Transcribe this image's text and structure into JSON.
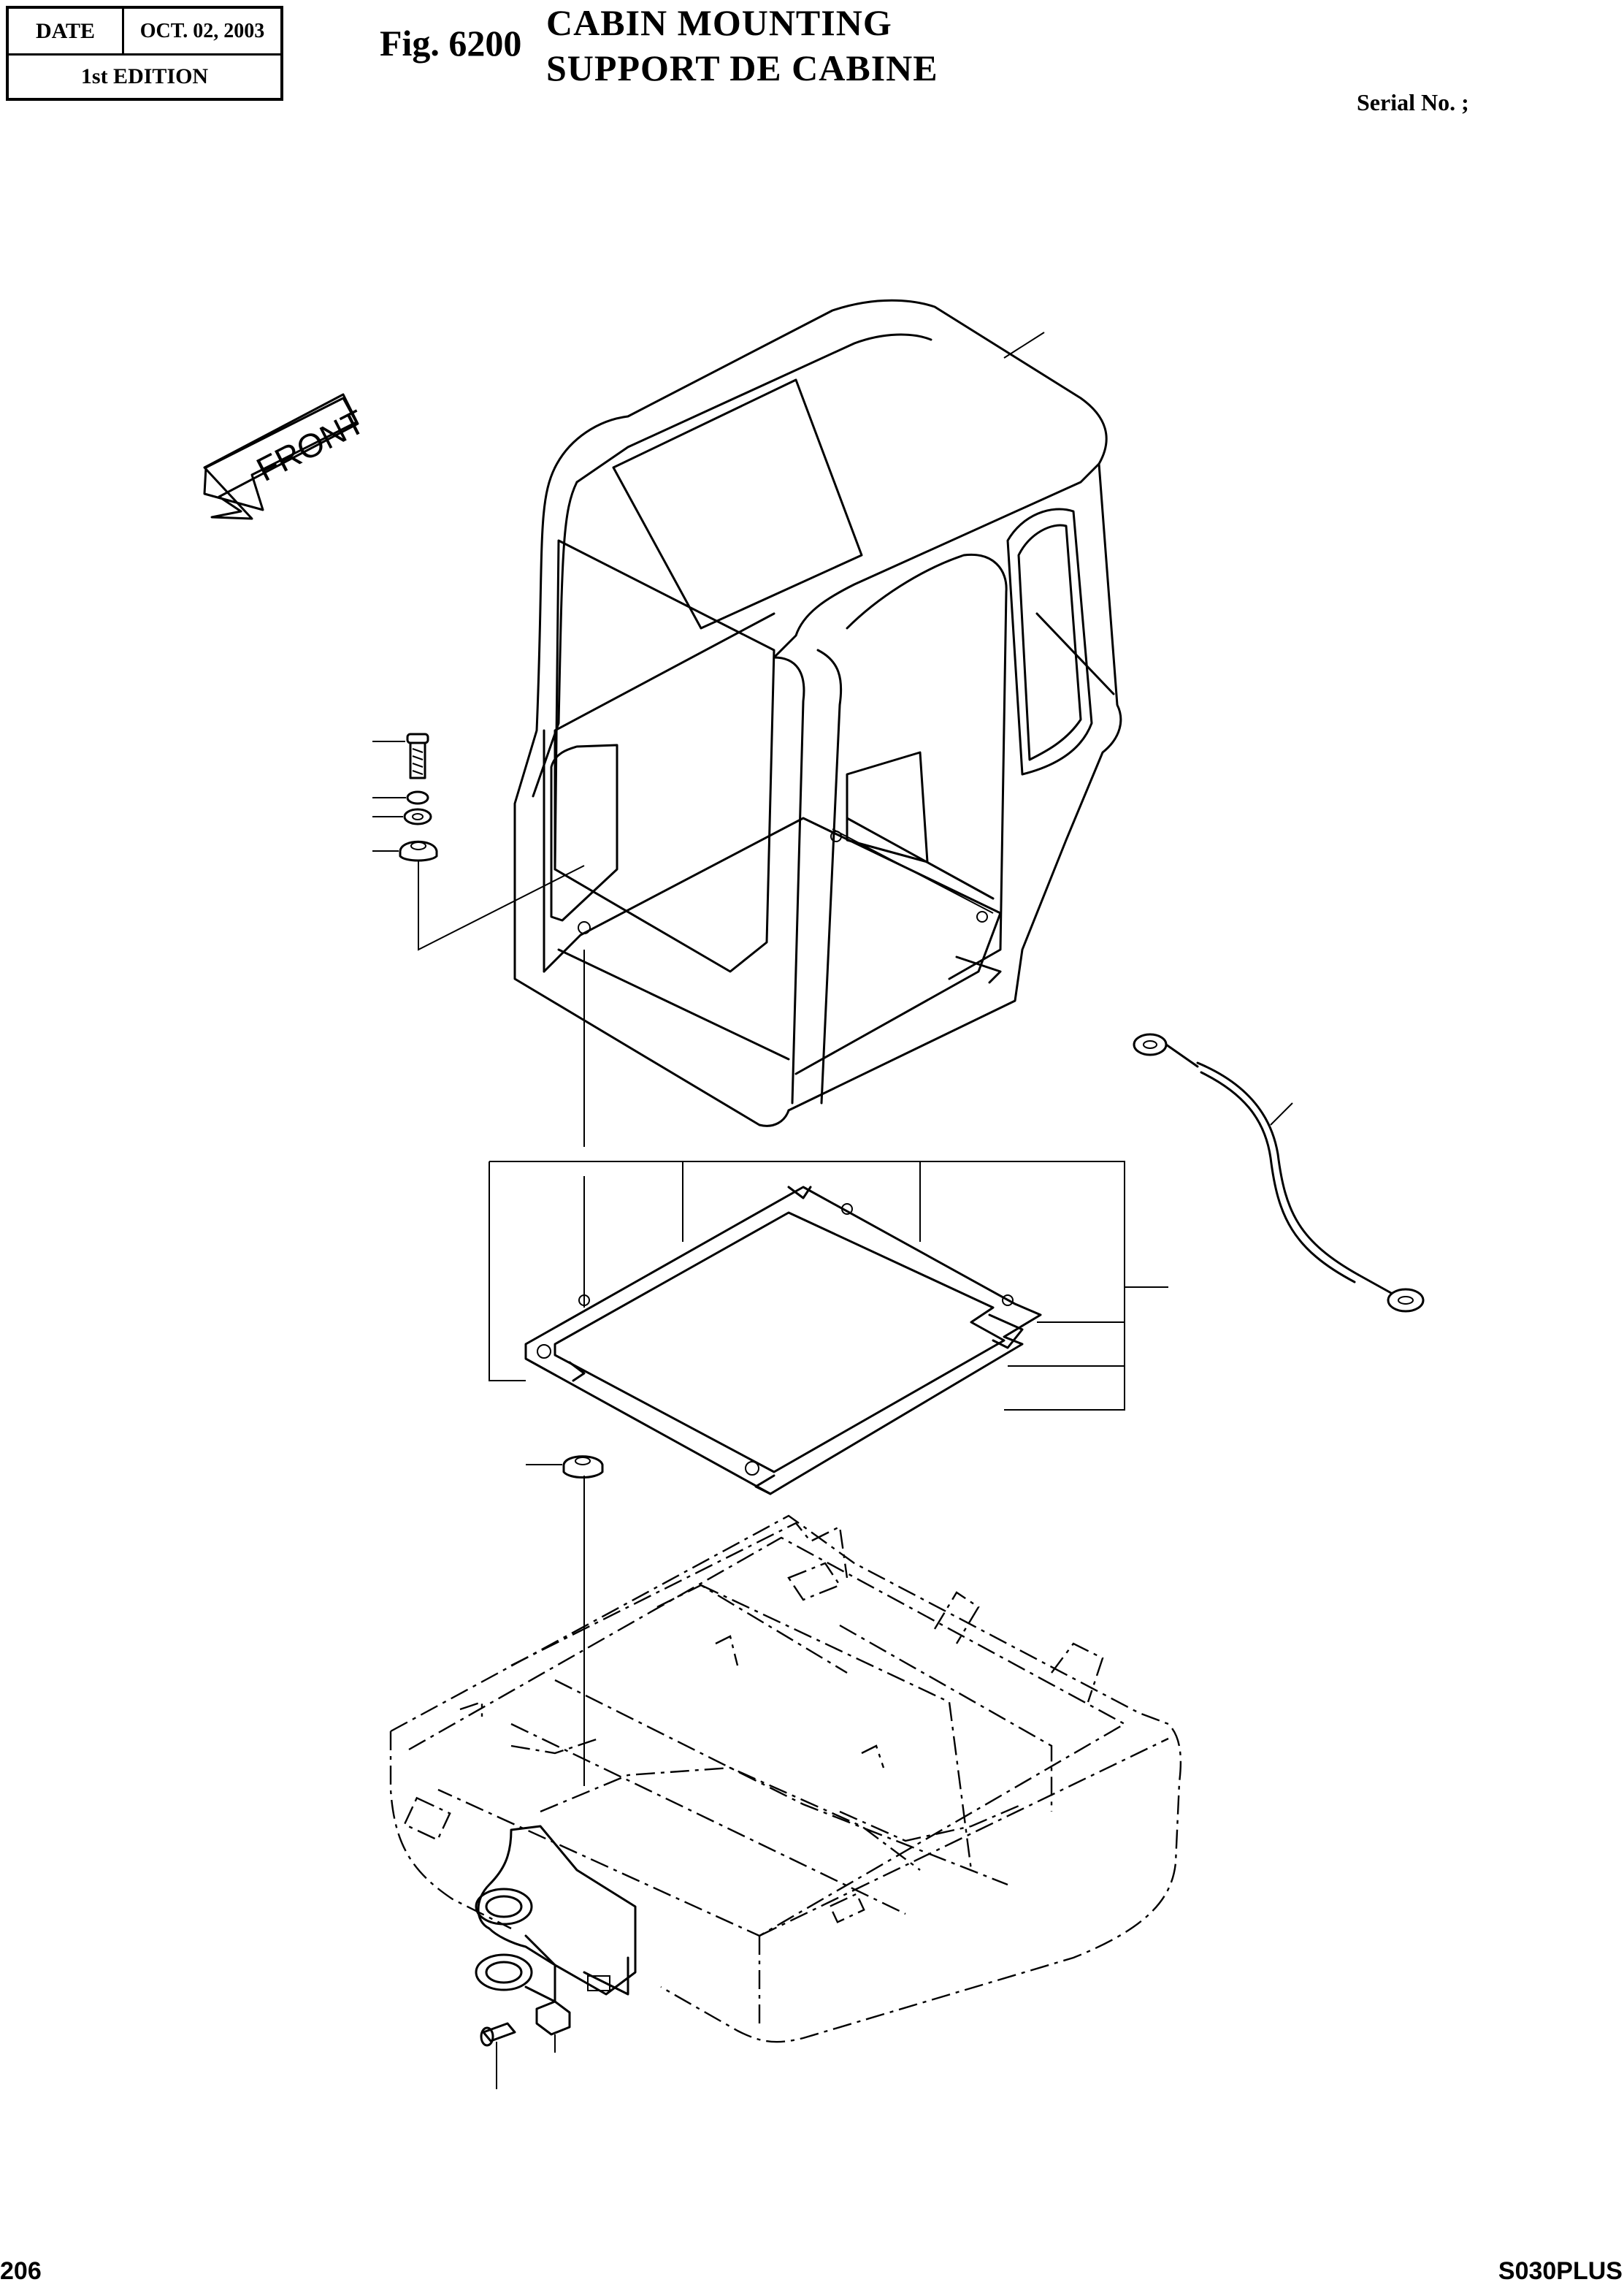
{
  "header": {
    "date_label": "DATE",
    "date_value": "OCT. 02, 2003",
    "edition": "1st EDITION",
    "figure_number": "Fig. 6200",
    "title_en": "CABIN MOUNTING",
    "title_fr": "SUPPORT DE CABINE",
    "serial_label": "Serial No. ;"
  },
  "drawing": {
    "direction_label": "FRONT",
    "parts": [
      "cabin",
      "cabin-bolt",
      "spring-washer",
      "flat-washer",
      "rubber-mount-upper",
      "mounting-frame",
      "ground-cable",
      "rubber-mount-lower",
      "lower-bolt",
      "bracket",
      "upper-frame"
    ]
  },
  "footer": {
    "page_number": "206",
    "model": "S030PLUS"
  }
}
